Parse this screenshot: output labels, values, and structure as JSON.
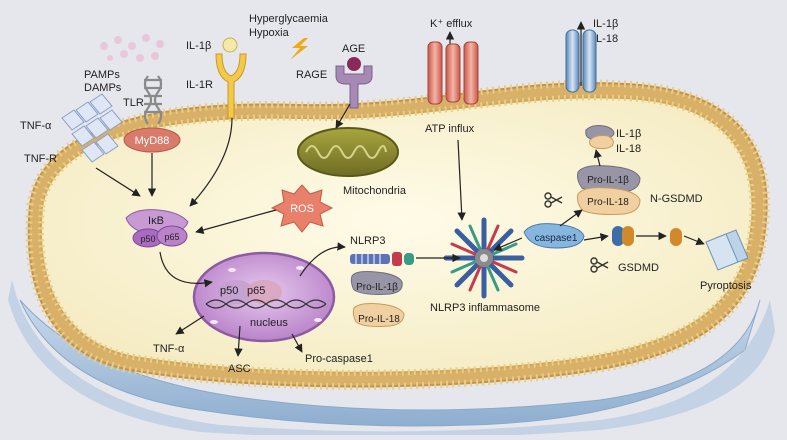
{
  "labels": {
    "pamps": "PAMPs",
    "damps": "DAMPs",
    "tlr": "TLR",
    "il1b_top": "IL-1β",
    "il1r": "IL-1R",
    "hyperglycaemia": "Hyperglycaemia",
    "hypoxia": "Hypoxia",
    "age": "AGE",
    "rage": "RAGE",
    "k_efflux": "K⁺ efflux",
    "il1b_out": "IL-1β",
    "il18_out": "IL-18",
    "tnfa_top": "TNF-α",
    "tnfr": "TNF-R",
    "myd88": "MyD88",
    "mitochondria": "Mitochondria",
    "atp_influx": "ATP influx",
    "il1b_in": "IL-1β",
    "il18_in": "IL-18",
    "ros": "ROS",
    "ikb": "IκB",
    "p50_small": "p50",
    "p65_small": "p65",
    "pro_il1b_right": "Pro-IL-1β",
    "pro_il18_right": "Pro-IL-18",
    "n_gsdmd": "N-GSDMD",
    "caspase1": "caspase1",
    "nlrp3": "NLRP3",
    "gsdmd": "GSDMD",
    "pyroptosis": "Pyroptosis",
    "pro_il1b_mid": "Pro-IL-1β",
    "pro_il18_mid": "Pro-IL-18",
    "nlrp3_inflammasome": "NLRP3 inflammasome",
    "p50": "p50",
    "p65": "p65",
    "nucleus": "nucleus",
    "tnfa_out": "TNF-α",
    "asc": "ASC",
    "pro_caspase1": "Pro-caspase1"
  },
  "colors": {
    "background": "#e6e7ed",
    "cytoplasm": "#fbf5d9",
    "membrane_head": "#d2a857",
    "tissue": "#a9c2dc",
    "nucleus": "#c89ad3",
    "myd88": "#d97a6a",
    "ros": "#e8806c",
    "mitochondria": "#8c8a34",
    "caspase": "#6fa8d8",
    "gsdmd_blue": "#3d6ea8",
    "gsdmd_orange": "#d08a2c",
    "ikb": "#b77fc8"
  },
  "icons": [
    "scissors-icon",
    "lightning-icon",
    "receptor-icon",
    "channel-icon"
  ]
}
